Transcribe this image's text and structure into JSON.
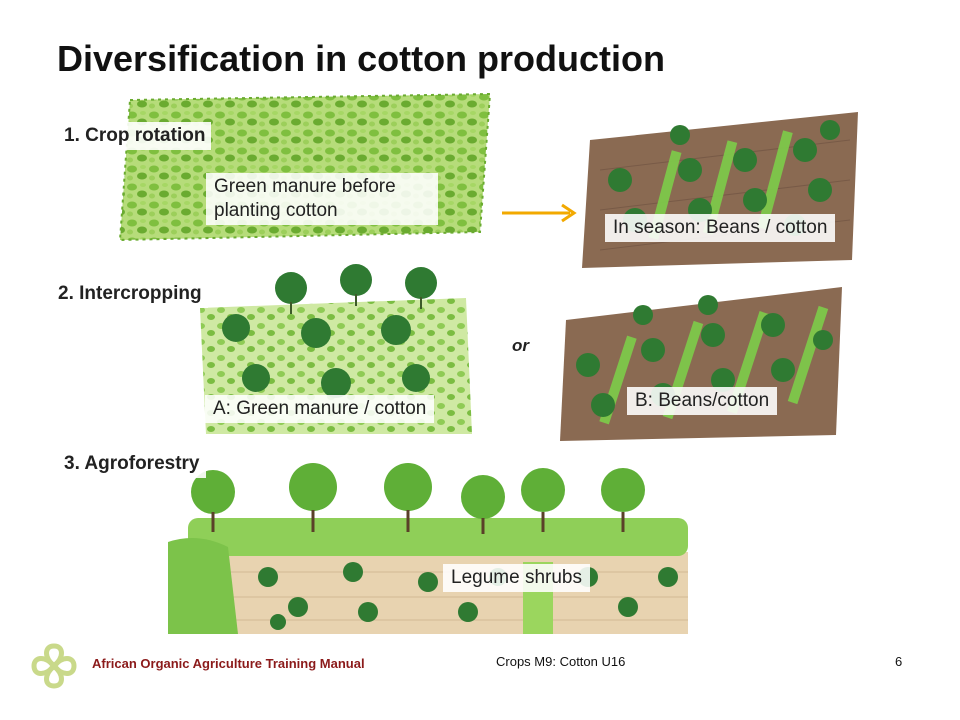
{
  "slide": {
    "title": "Diversification in cotton production",
    "sections": {
      "rotation": {
        "label": "1. Crop rotation",
        "caption_before": "Green manure before planting cotton",
        "caption_after": "In season: Beans / cotton"
      },
      "intercropping": {
        "label": "2. Intercropping",
        "caption_a": "A: Green manure / cotton",
        "caption_b": "B: Beans/cotton",
        "connector": "or"
      },
      "agroforestry": {
        "label": "3. Agroforestry",
        "caption": "Legume shrubs"
      }
    }
  },
  "footer": {
    "manual": "African Organic Agriculture Training Manual",
    "module": "Crops M9: Cotton U16",
    "page": "6"
  },
  "colors": {
    "arrow": "#f2a900",
    "footer_brand": "#8b1a1a",
    "logo": "#c9d98a"
  },
  "icons": {
    "logo": "knot-logo-icon",
    "arrow": "arrow-right-icon"
  }
}
